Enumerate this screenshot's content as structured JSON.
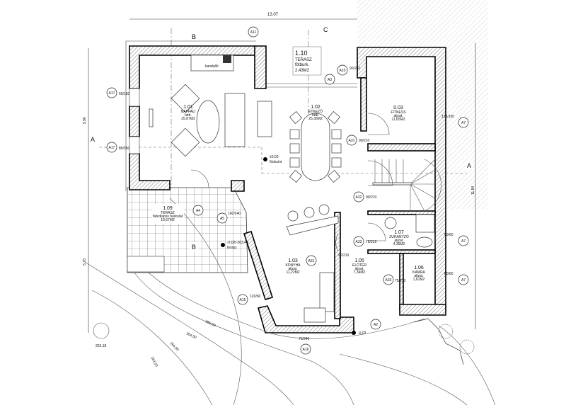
{
  "dimensions": {
    "top": "13.07",
    "left_upper": "5.96",
    "left_lower": "5.78",
    "right": "11.84"
  },
  "section_marks": {
    "b_top": "B",
    "c_top": "C",
    "a_left": "A",
    "a_right": "A",
    "b_bottom": "B"
  },
  "rooms": {
    "nappali": {
      "number": "1.01",
      "name": "NAPPALI",
      "finish": "fatb.",
      "area": "25,87M2"
    },
    "etkezo": {
      "number": "1.02",
      "name": "ÉTKEZŐ",
      "finish": "fatb.",
      "area": "25,36M2"
    },
    "terasz_top": {
      "number": "1.10",
      "name": "TERASZ",
      "finish": "fötburk.",
      "area": "2,43M2"
    },
    "fitness": {
      "number": "0.03",
      "name": "FITNESS",
      "finish": "aljzat.",
      "area": "11,65M2"
    },
    "zuhanyzo": {
      "number": "1.07",
      "name": "ZUHANYZÓ",
      "finish": "aljzat.",
      "area": "4,36M2"
    },
    "kamra": {
      "number": "1.06",
      "name": "KAMRA",
      "finish": "aljzat.",
      "area": "1,61M2"
    },
    "eloter": {
      "number": "1.05",
      "name": "ELŐTÉR",
      "finish": "aljzat.",
      "area": "7,34M2"
    },
    "konyha": {
      "number": "1.03",
      "name": "KONYHA",
      "finish": "aljzat.",
      "area": "11,22M2"
    },
    "terasz": {
      "number": "1.09",
      "name": "TERASZ",
      "finish": "fafedlapos burkolat",
      "area": "18,67M2"
    }
  },
  "door_tags": [
    "A11",
    "A3",
    "A10",
    "A17",
    "A17",
    "A31",
    "A32",
    "A33",
    "A33",
    "A7",
    "A7",
    "A7",
    "A4",
    "A5",
    "A31",
    "A15",
    "A16",
    "A2"
  ],
  "opening_sizes": [
    "90/240",
    "60/150",
    "60/150",
    "90/210",
    "90/210",
    "75/210",
    "75/210",
    "120/150",
    "60/60",
    "60/60",
    "160/240",
    "120/60",
    "75/240",
    "90/210"
  ],
  "fixtures": {
    "fireplace": "kandalló"
  },
  "levels": {
    "ground": "±0,00",
    "ground_label": "födszint",
    "terrace": "-0,02/-263,48",
    "terrace_label": "terasz",
    "entry": "-0,02"
  },
  "contours": [
    "265,00",
    "264,50",
    "264,00",
    "263,50"
  ],
  "tree_level": "263,18"
}
